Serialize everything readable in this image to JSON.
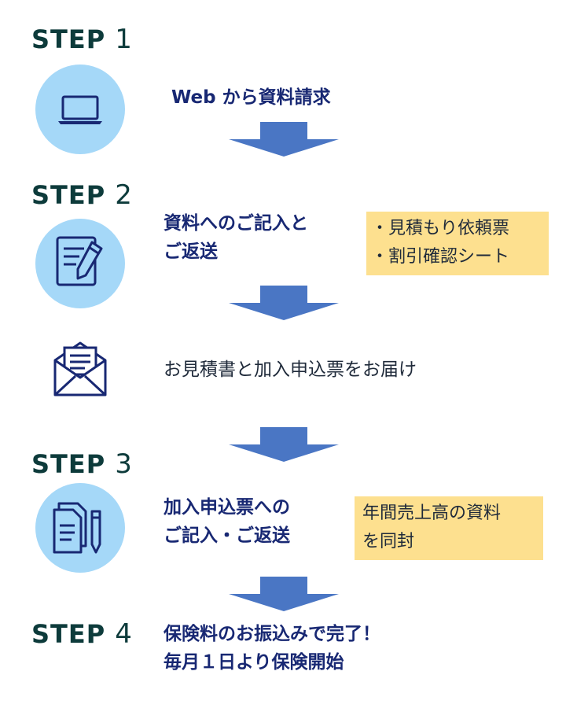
{
  "steps": [
    {
      "word": "STEP",
      "num": "1",
      "lines": [
        "Web から資料請求"
      ]
    },
    {
      "word": "STEP",
      "num": "2",
      "lines": [
        "資料へのご記入と",
        "ご返送"
      ],
      "note": [
        "・見積もり依頼票",
        "・割引確認シート"
      ]
    },
    {
      "word": "STEP",
      "num": "3",
      "lines": [
        "加入申込票への",
        "ご記入・ご返送"
      ],
      "note": [
        "年間売上高の資料",
        "を同封"
      ]
    },
    {
      "word": "STEP",
      "num": "4",
      "lines": [
        "保険料のお振込みで完了！",
        "毎月１日より保険開始"
      ]
    }
  ],
  "delivery": {
    "text": "お見積書と加入申込票をお届け"
  },
  "colors": {
    "step_label": "#0d3b3b",
    "circle": "#a5d8f8",
    "icon_stroke": "#182873",
    "arrow": "#4a76c4",
    "note_bg": "#fde08f",
    "bold_text": "#182873"
  },
  "icons": [
    "laptop-icon",
    "document-pen-icon",
    "envelope-icon",
    "documents-pencil-icon"
  ]
}
